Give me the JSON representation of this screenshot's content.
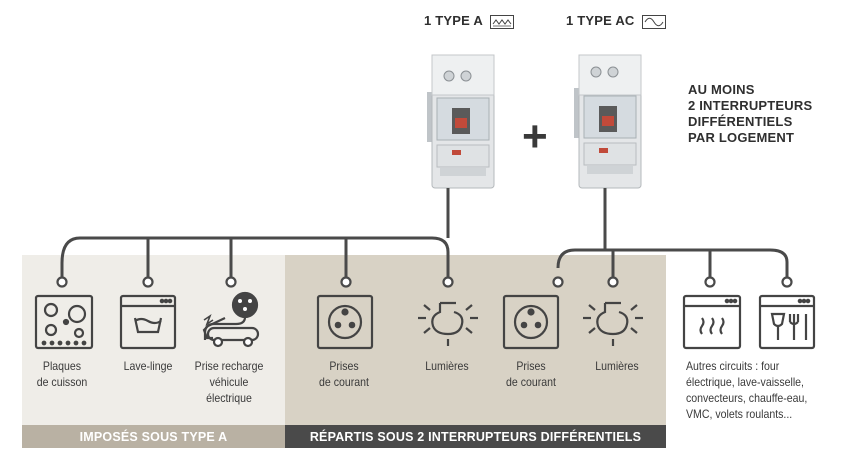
{
  "breaker_a": {
    "label": "1 TYPE A",
    "wave_icon": "type-a-wave-icon"
  },
  "breaker_ac": {
    "label": "1 TYPE AC",
    "wave_icon": "type-ac-wave-icon"
  },
  "plus_sign": "+",
  "note": [
    "AU MOINS",
    "2 INTERRUPTEURS",
    "DIFFÉRENTIELS",
    "PAR LOGEMENT"
  ],
  "items": {
    "plaques": [
      "Plaques",
      "de cuisson"
    ],
    "lave_linge": [
      "Lave-linge"
    ],
    "recharge": [
      "Prise recharge",
      "véhicule",
      "électrique"
    ],
    "prises_1": [
      "Prises",
      "de courant"
    ],
    "lumieres_1": [
      "Lumières"
    ],
    "prises_2": [
      "Prises",
      "de courant"
    ],
    "lumieres_2": [
      "Lumières"
    ],
    "autres": [
      "Autres circuits : four",
      "électrique, lave-vaisselle,",
      "convecteurs, chauffe-eau,",
      "VMC, volets roulants..."
    ]
  },
  "bars": {
    "type_a": "IMPOSÉS SOUS TYPE A",
    "repartis": "RÉPARTIS SOUS 2 INTERRUPTEURS DIFFÉRENTIELS"
  },
  "colors": {
    "panel_light": "#efede8",
    "panel_mid": "#d8d2c5",
    "bar_light": "#b9b1a3",
    "bar_dark": "#4a4a4a",
    "wire": "#4a4a4a",
    "icon": "#444444"
  }
}
